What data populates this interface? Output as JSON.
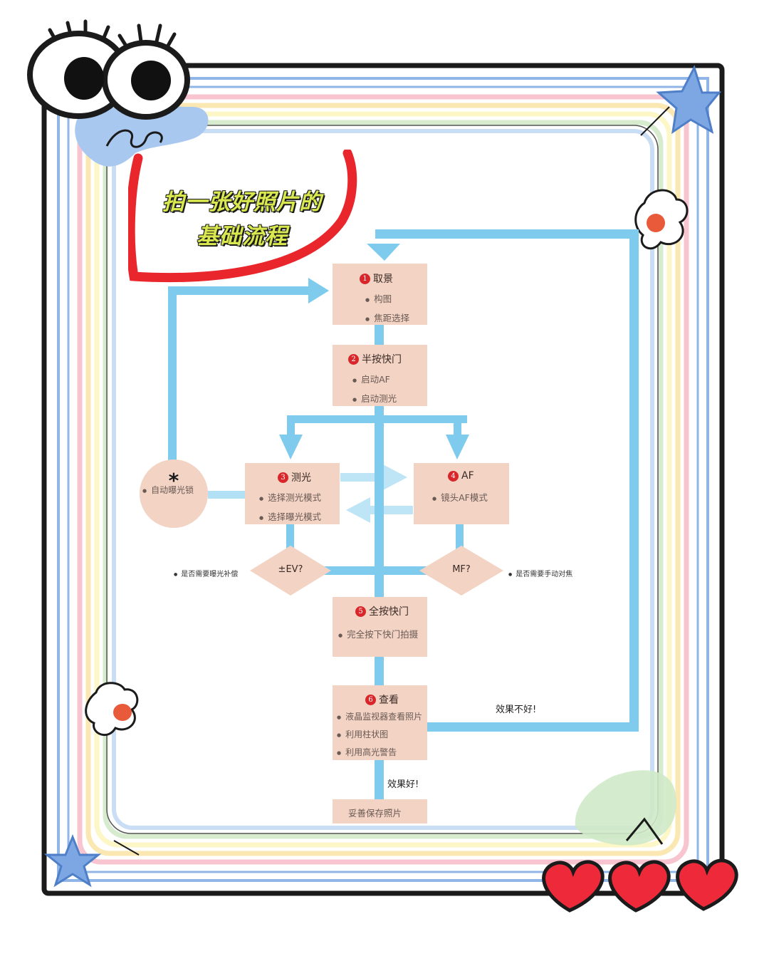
{
  "title": {
    "line1": "拍一张好照片的",
    "line2": "基础流程"
  },
  "steps": [
    {
      "num": "1",
      "title": "取景",
      "items": [
        "构图",
        "焦距选择"
      ]
    },
    {
      "num": "2",
      "title": "半按快门",
      "items": [
        "启动AF",
        "启动测光"
      ]
    },
    {
      "num": "3",
      "title": "测光",
      "items": [
        "选择测光模式",
        "选择曝光模式"
      ]
    },
    {
      "num": "4",
      "title": "AF",
      "items": [
        "镜头AF模式"
      ]
    },
    {
      "num": "5",
      "title": "全按快门",
      "items": [
        "完全按下快门拍摄"
      ]
    },
    {
      "num": "6",
      "title": "查看",
      "items": [
        "液晶监视器查看照片",
        "利用柱状图",
        "利用高光警告"
      ]
    }
  ],
  "ae_lock": {
    "symbol": "*",
    "label": "自动曝光锁"
  },
  "decisions": {
    "ev": {
      "text": "±EV?",
      "note": "是否需要曝光补偿"
    },
    "mf": {
      "text": "MF?",
      "note": "是否需要手动对焦"
    }
  },
  "labels": {
    "bad": "效果不好!",
    "good": "效果好!",
    "final": "妥善保存照片"
  },
  "colors": {
    "arrow": "#7ecbee",
    "box": "#f2d3c4",
    "number": "#d9262a",
    "title_fill": "#d8e84e",
    "frame": "#1b1b1b"
  }
}
